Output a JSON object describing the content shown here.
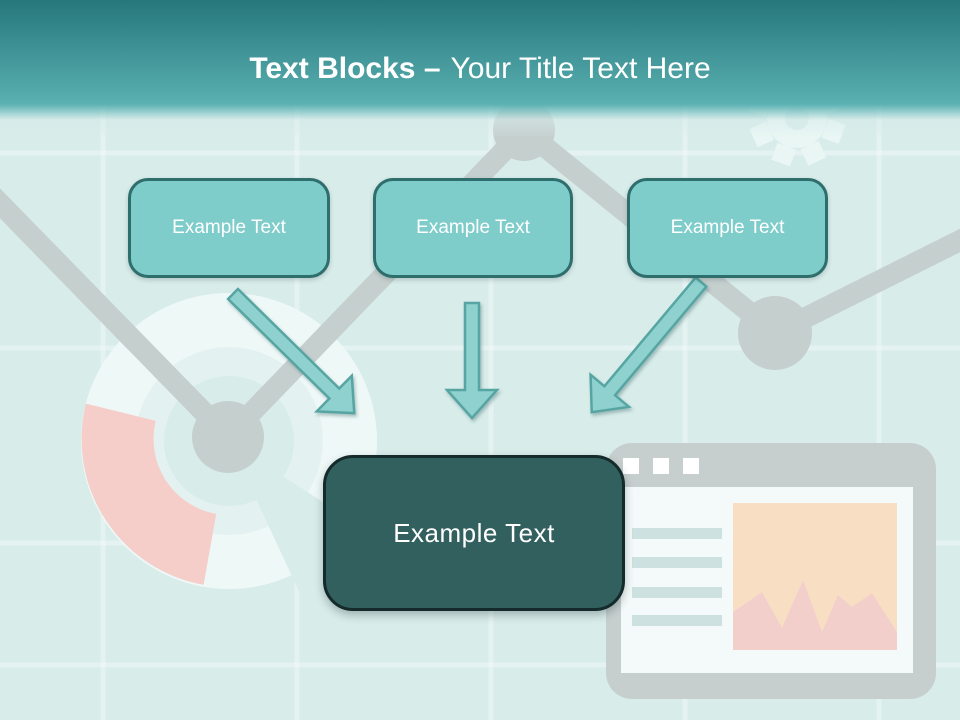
{
  "header": {
    "title_bold": "Text Blocks –",
    "title_regular": "Your Title Text Here"
  },
  "blocks": [
    {
      "label": "Example Text"
    },
    {
      "label": "Example Text"
    },
    {
      "label": "Example Text"
    }
  ],
  "result_block": {
    "label": "Example Text"
  },
  "decorations": {
    "gear_icon": "gear",
    "donut_chart": "donut-chart",
    "line_chart": "line-chart-with-nodes",
    "browser_window": "browser-window-mockup",
    "arrow_icons": "down-arrow"
  },
  "colors": {
    "header_top": "#26777b",
    "header_bottom": "#5ab1b2",
    "background": "#d8ecea",
    "block_fill": "#7ecdca",
    "block_border": "#2e6e6d",
    "result_fill": "#32605e",
    "result_border": "#152a2b",
    "arrow_fill": "#8ed1ce",
    "arrow_outline": "#57a5a3",
    "decoration_gray": "#c5cfce",
    "decoration_white": "#eef8f7",
    "decoration_pink": "#f5cdc9",
    "decoration_peach": "#f8dfc4"
  }
}
